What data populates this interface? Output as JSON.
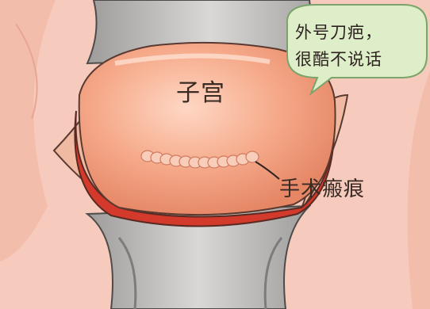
{
  "labels": {
    "uterus": "子宫",
    "scar": "手术瘢痕"
  },
  "speech_bubble": {
    "line1": "外号刀疤，",
    "line2": "很酷不说话"
  },
  "colors": {
    "background": "#f6cbbd",
    "body_tube": "#b8b8b6",
    "uterus_fill": "#ef9d7e",
    "uterus_highlight": "#ffd8c4",
    "rim_red": "#d33a2c",
    "scar_beads": "#f7c9b5",
    "bubble_fill": "#ddeec8",
    "bubble_stroke": "#7aa46a"
  }
}
